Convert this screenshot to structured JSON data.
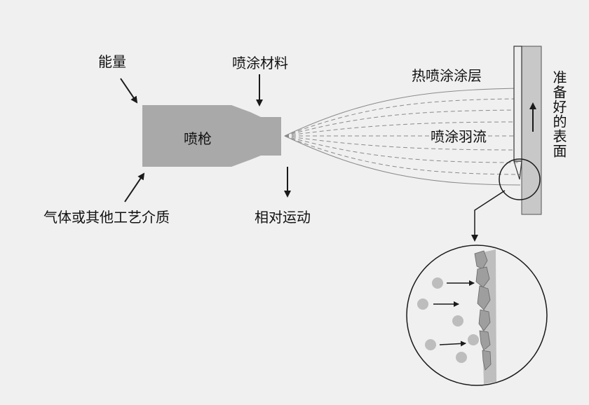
{
  "labels": {
    "energy": "能量",
    "spray_material": "喷涂材料",
    "spray_gun": "喷枪",
    "gas_medium": "气体或其他工艺介质",
    "relative_motion": "相对运动",
    "thermal_coating": "热喷涂涂层",
    "spray_plume": "喷涂羽流",
    "prepared_surface": "准备好的表面"
  },
  "colors": {
    "background": "#f0f0f0",
    "gun": "#a9a9a9",
    "substrate": "#c8c8c8",
    "coating": "#a0a0a0",
    "particle": "#bdbdbd",
    "line": "#1a1a1a"
  }
}
